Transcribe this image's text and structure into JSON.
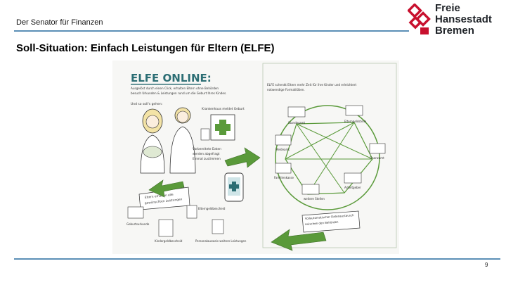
{
  "header": {
    "organization": "Der Senator für Finanzen",
    "logo_lines": [
      "Freie",
      "Hansestadt",
      "Bremen"
    ]
  },
  "slide": {
    "title": "Soll-Situation: Einfach Leistungen für Eltern (ELFE)",
    "page_number": "9"
  },
  "illustration": {
    "heading": "ELFE ONLINE:",
    "intro_line1": "Ausgelöst durch einen Click, erhalten Eltern ohne Behörden",
    "intro_line2": "besuch Urkunden & Leistungen rund um die Geburt Ihres Kindes.",
    "left_caption": "Und so soll's gehen:",
    "hospital_label": "Krankenhaus meldet Geburt",
    "consent_note_line1": "Vorbereitete Daten",
    "consent_note_line2": "werden abgefragt",
    "consent_note_line3": "Einmal zustimmen",
    "phone_caption_line1": "Eltern erhalten alle",
    "phone_caption_line2": "gewünschten Leistungen",
    "docs": [
      "Geburtsurkunde",
      "Elterngeldbescheid",
      "Kindergeldbescheid",
      "Personalausweis weitere Leistungen"
    ],
    "right_intro_line1": "ELFE schenkt Eltern mehr Zeit für ihre Kinder und erleichtert",
    "right_intro_line2": "notwendige Formalitäten.",
    "offices": [
      "Standesamt",
      "Elterngeldstelle",
      "Finanzamt",
      "Arbeitgeber",
      "weitere Stellen",
      "Familienkasse",
      "Meldeamt"
    ],
    "bottom_arrow_line1": "Vollautomatischer Datenaustausch",
    "bottom_arrow_line2": "zwischen den Behörden"
  },
  "colors": {
    "accent_rule": "#5b8fb6",
    "logo_red": "#c8102e",
    "illustration_green": "#5a9a3a",
    "illustration_teal": "#2c6e74"
  }
}
